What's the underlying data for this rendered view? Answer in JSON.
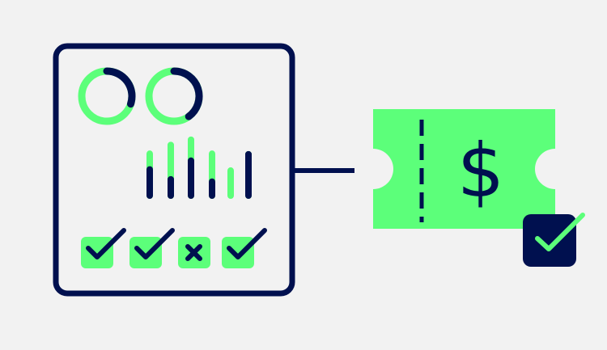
{
  "colors": {
    "background": "#f2f2f2",
    "navy": "#00104f",
    "green": "#5cff7a"
  },
  "ticket": {
    "currency_symbol": "$"
  },
  "dashboard": {
    "rings": [
      {
        "progress": 0.3
      },
      {
        "progress": 0.4
      }
    ],
    "bars": [
      {
        "total": 0.72,
        "dark": 0.45
      },
      {
        "total": 0.87,
        "dark": 0.28
      },
      {
        "total": 0.96,
        "dark": 0.6
      },
      {
        "total": 0.72,
        "dark": 0.24
      },
      {
        "total": 0.43,
        "dark": 0
      },
      {
        "total": 0.71,
        "dark": 0.71
      }
    ],
    "checks": [
      "check",
      "check",
      "cross",
      "check"
    ]
  }
}
